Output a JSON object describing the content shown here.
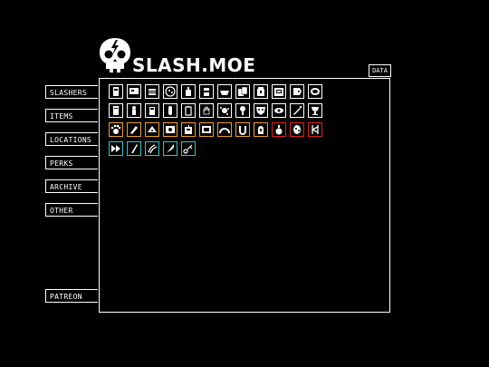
{
  "header": {
    "logo_text": "SLASH.MOE",
    "data_button_label": "DATA"
  },
  "sidebar": {
    "items": [
      {
        "label": "SLASHERS"
      },
      {
        "label": "ITEMS"
      },
      {
        "label": "LOCATIONS"
      },
      {
        "label": "PERKS"
      },
      {
        "label": "ARCHIVE"
      },
      {
        "label": "OTHER"
      }
    ],
    "footer": {
      "label": "PATREON"
    }
  },
  "colors": {
    "background": "#000000",
    "foreground": "#ffffff",
    "tier_orange": "#f0a020",
    "tier_red": "#e02020",
    "tier_teal": "#30c8c8"
  },
  "item_grid": {
    "rows": [
      {
        "tiles": [
          {
            "icon": "card-icon",
            "tier": "white"
          },
          {
            "icon": "flag-icon",
            "tier": "white"
          },
          {
            "icon": "burger-icon",
            "tier": "white"
          },
          {
            "icon": "cookie-icon",
            "tier": "white"
          },
          {
            "icon": "bottle-icon",
            "tier": "white"
          },
          {
            "icon": "can-icon",
            "tier": "white"
          },
          {
            "icon": "bowl-icon",
            "tier": "white"
          },
          {
            "icon": "cards-icon",
            "tier": "white"
          },
          {
            "icon": "jar-icon",
            "tier": "white"
          },
          {
            "icon": "box-icon",
            "tier": "white"
          },
          {
            "icon": "tag-icon",
            "tier": "white"
          },
          {
            "icon": "bread-icon",
            "tier": "white"
          }
        ]
      },
      {
        "tiles": [
          {
            "icon": "canister-icon",
            "tier": "white"
          },
          {
            "icon": "figure-icon",
            "tier": "white"
          },
          {
            "icon": "cup-icon",
            "tier": "white"
          },
          {
            "icon": "vial-icon",
            "tier": "white"
          },
          {
            "icon": "battery-icon",
            "tier": "white"
          },
          {
            "icon": "hand-icon",
            "tier": "white"
          },
          {
            "icon": "splat-icon",
            "tier": "white"
          },
          {
            "icon": "microphone-icon",
            "tier": "white"
          },
          {
            "icon": "mask-icon",
            "tier": "white"
          },
          {
            "icon": "eye-icon",
            "tier": "white"
          },
          {
            "icon": "syringe-icon",
            "tier": "white"
          },
          {
            "icon": "trophy-icon",
            "tier": "white"
          }
        ]
      },
      {
        "tiles": [
          {
            "icon": "paw-icon",
            "tier": "orange"
          },
          {
            "icon": "pencil-icon",
            "tier": "orange"
          },
          {
            "icon": "pizza-icon",
            "tier": "orange"
          },
          {
            "icon": "poster-icon",
            "tier": "orange"
          },
          {
            "icon": "radio-icon",
            "tier": "orange"
          },
          {
            "icon": "frame-icon",
            "tier": "orange"
          },
          {
            "icon": "rainbow-icon",
            "tier": "orange"
          },
          {
            "icon": "magnet-icon",
            "tier": "orange"
          },
          {
            "icon": "tombstone-icon",
            "tier": "orange"
          },
          {
            "icon": "potion-icon",
            "tier": "red"
          },
          {
            "icon": "egg-icon",
            "tier": "red"
          },
          {
            "icon": "rune-icon",
            "tier": "red"
          }
        ]
      },
      {
        "tiles": [
          {
            "icon": "fast-forward-icon",
            "tier": "teal"
          },
          {
            "icon": "knife-icon",
            "tier": "teal"
          },
          {
            "icon": "claw-icon",
            "tier": "teal"
          },
          {
            "icon": "feather-icon",
            "tier": "teal"
          },
          {
            "icon": "key-icon",
            "tier": "teal"
          }
        ]
      }
    ]
  }
}
